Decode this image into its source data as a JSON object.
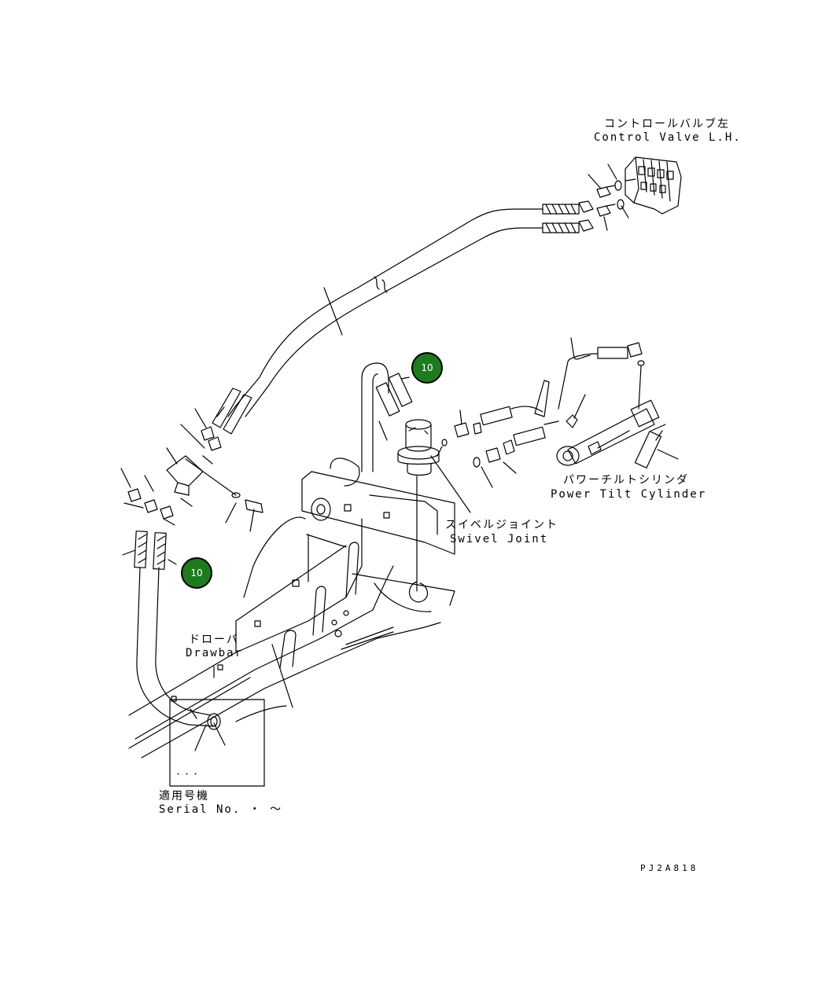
{
  "labels": {
    "control_valve_jp": "コントロールバルブ左",
    "control_valve_en": "Control Valve L.H.",
    "power_tilt_jp": "パワーチルトシリンダ",
    "power_tilt_en": "Power Tilt Cylinder",
    "swivel_joint_jp": "スイベルジョイント",
    "swivel_joint_en": "Swivel Joint",
    "drawbar_jp": "ドローバ",
    "drawbar_en": "Drawbar",
    "serial_jp": "適用号機",
    "serial_en": "Serial No.  ・ ～",
    "box_dots": "・・・"
  },
  "callouts": [
    {
      "label": "10"
    },
    {
      "label": "10"
    }
  ],
  "drawing_code": "PJ2A818",
  "colors": {
    "line": "#000000",
    "callout_fill": "#1e7a1e",
    "callout_text": "#ffffff"
  }
}
